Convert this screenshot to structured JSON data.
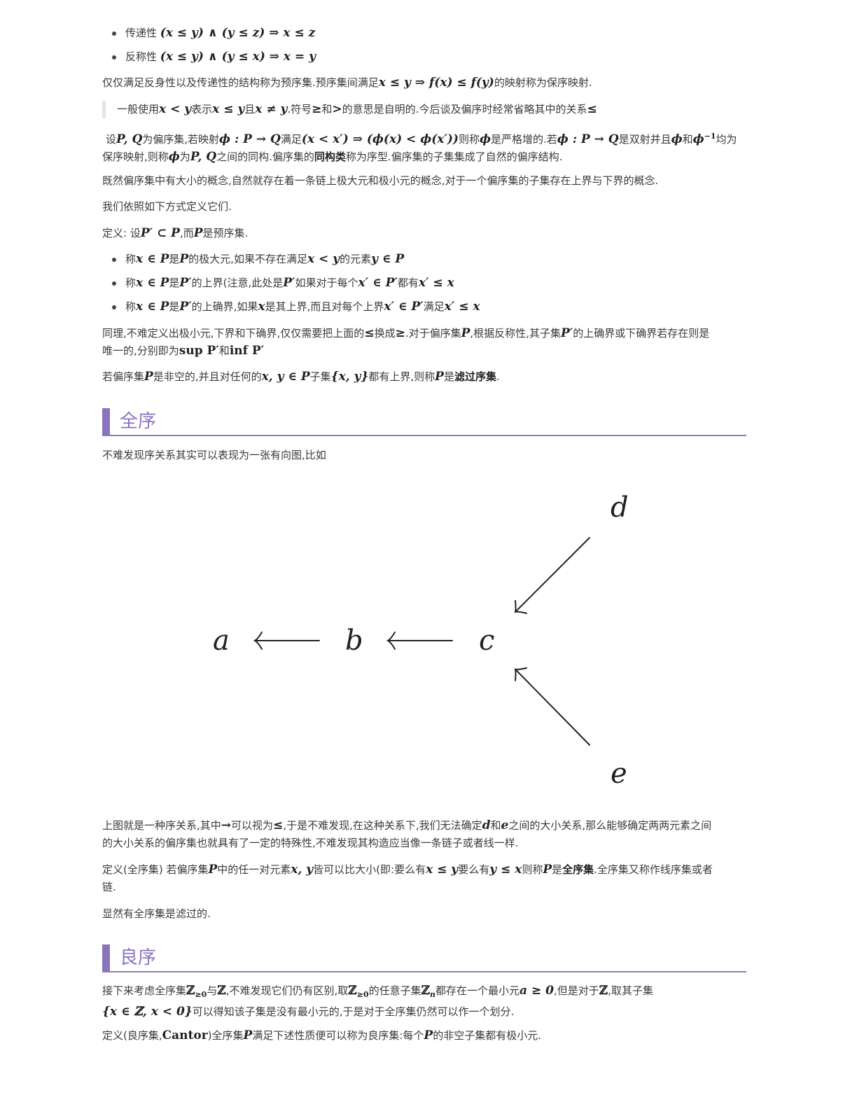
{
  "bullets_top": [
    {
      "label": "传递性 ",
      "math": "(x ≤ y) ∧ (y ≤ z) ⇒ x ≤ z"
    },
    {
      "label": "反称性 ",
      "math": "(x ≤ y) ∧ (y ≤ x) ⇒ x = y"
    }
  ],
  "preorder": {
    "a": "仅仅满足反身性以及传递性的结构称为预序集.预序集间满足",
    "m": "x ≤ y ⇒ f(x) ≤ f(y)",
    "b": "的映射称为保序映射."
  },
  "note": {
    "t1": "一般使用",
    "m1": "x < y",
    "t2": "表示",
    "m2": "x ≤ y",
    "t3": "且",
    "m3": "x ≠ y",
    "t4": ".符号",
    "m4": "≥",
    "t5": "和",
    "m5": ">",
    "t6": "的意思是自明的.今后谈及偏序时经常省略其中的关系",
    "m6": "≤"
  },
  "iso": {
    "t1": "设",
    "m1": "P, Q",
    "t2": "为偏序集,若映射",
    "m2": "ϕ : P → Q",
    "t3": "满足",
    "m3": "(x < x′) ⇒ (ϕ(x) < ϕ(x′))",
    "t4": "则称",
    "m4": "ϕ",
    "t5": "是严格增的.若",
    "m5": "ϕ : P → Q",
    "t6": "是双射并且",
    "m6": "ϕ",
    "t7": "和",
    "m7": "ϕ",
    "sup": "−1",
    "t8": "均为",
    "l2a": "保序映射,则称",
    "l2m1": "ϕ",
    "l2b": "为",
    "l2m2": "P, Q",
    "l2c": "之间的同构.偏序集的",
    "l2bold": "同构类",
    "l2d": "称为序型.偏序集的子集集成了自然的偏序结构."
  },
  "bounds_intro": "既然偏序集中有大小的概念,自然就存在着一条链上极大元和极小元的概念,对于一个偏序集的子集存在上界与下界的概念.",
  "define_intro": "我们依照如下方式定义它们.",
  "def": {
    "t1": "定义: 设",
    "m1": "P′ ⊂ P",
    "t2": ",而",
    "m2": "P",
    "t3": "是预序集."
  },
  "def_items": [
    {
      "a": "称",
      "m1": "x ∈ P",
      "b": "是",
      "m2": "P",
      "c": "的极大元,如果不存在满足",
      "m3": "x < y",
      "d": "的元素",
      "m4": "y ∈ P",
      "e": "",
      "m5": "",
      "f": ""
    },
    {
      "a": "称",
      "m1": "x ∈ P",
      "b": "是",
      "m2": "P′",
      "c": "的上界(注意,此处是",
      "m3": "P′",
      "d": "如果对于每个",
      "m4": "x′ ∈ P′",
      "e": "都有",
      "m5": "x′ ≤ x",
      "f": ""
    },
    {
      "a": "称",
      "m1": "x ∈ P",
      "b": "是",
      "m2": "P′",
      "c": "的上确界,如果",
      "m3": "x",
      "d": "是其上界,而且对每个上界",
      "m4": "x′ ∈ P′",
      "e": "满足",
      "m5": "x′ ≤ x",
      "f": ""
    }
  ],
  "dual": {
    "t1": "同理,不难定义出极小元,下界和下确界,仅仅需要把上面的",
    "m1": "≤",
    "t2": "换成",
    "m2": "≥",
    "t3": ".对于偏序集",
    "m3": "P",
    "t4": ",根据反称性,其子集",
    "m4": "P′",
    "t5": "的上确界或下确界若存在则是",
    "l2a": "唯一的,分别即为",
    "l2m1": "sup P′",
    "l2b": "和",
    "l2m2": "inf P′"
  },
  "filter": {
    "t1": "若偏序集",
    "m1": "P",
    "t2": "是非空的,并且对任何的",
    "m2": "x, y ∈ P",
    "t3": "子集",
    "m3": "{x, y}",
    "t4": "都有上界,则称",
    "m4": "P",
    "t5": "是",
    "bold": "滤过序集",
    "t6": "."
  },
  "h_total": "全序",
  "graph_intro": "不难发现序关系其实可以表现为一张有向图,比如",
  "graph": {
    "a": "a",
    "b": "b",
    "c": "c",
    "d": "d",
    "e": "e"
  },
  "after_graph": {
    "t1": "上图就是一种序关系,其中",
    "m1": "→",
    "t2": "可以视为",
    "m2": "≤",
    "t3": ",于是不难发现,在这种关系下,我们无法确定",
    "m3": "d",
    "t4": "和",
    "m4": "e",
    "t5": "之间的大小关系,那么能够确定两两元素之间",
    "l2": "的大小关系的偏序集也就具有了一定的特殊性,不难发现其构造应当像一条链子或者线一样."
  },
  "total_def": {
    "t1": "定义(全序集) 若偏序集",
    "m1": "P",
    "t2": "中的任一对元素",
    "m2": "x, y",
    "t3": "皆可以比大小(即:要么有",
    "m3": "x ≤ y",
    "t4": "要么有",
    "m4": "y ≤ x",
    "t5": "则称",
    "m5": "P",
    "t6": "是",
    "bold": "全序集",
    "t7": ".全序集又称作线序集或者",
    "l2": "链."
  },
  "total_filter": "显然有全序集是滤过的.",
  "h_well": "良序",
  "well": {
    "t1": "接下来考虑全序集",
    "m1": "ℤ",
    "s1": "≥0",
    "t2": "与",
    "m2": "ℤ",
    "t3": ",不难发现它们仍有区别,取",
    "m3": "ℤ",
    "s3": "≥0",
    "t4": "的任意子集",
    "m4": "ℤ",
    "s4": "n",
    "t5": "都存在一个最小元",
    "m5": "a ≥ 0",
    "t6": ",但是对于",
    "m6": "ℤ",
    "t7": ",取其子集",
    "l2m": "{x ∈ ℤ, x < 0}",
    "l2t": "可以得知该子集是没有最小元的,于是对于全序集仍然可以作一个划分."
  },
  "well_def": {
    "t1": "定义(良序集,",
    "m1": "Cantor",
    "t2": ")全序集",
    "m2": "P",
    "t3": "满足下述性质便可以称为良序集:每个",
    "m3": "P",
    "t4": "的非空子集都有极小元."
  }
}
